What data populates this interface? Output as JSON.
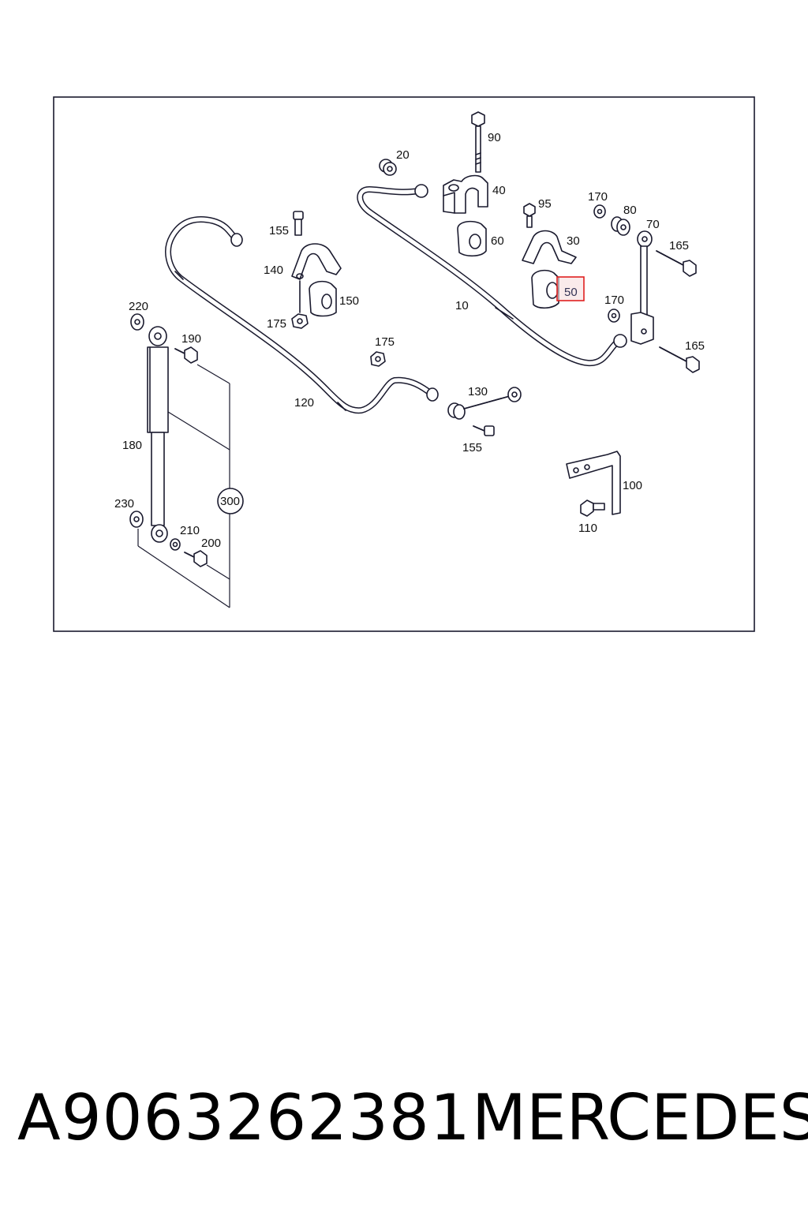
{
  "labels": {
    "l10": "10",
    "l20": "20",
    "l30": "30",
    "l40": "40",
    "l50": "50",
    "l60": "60",
    "l70": "70",
    "l80": "80",
    "l90": "90",
    "l95": "95",
    "l100": "100",
    "l110": "110",
    "l120": "120",
    "l130": "130",
    "l140": "140",
    "l150": "150",
    "l155a": "155",
    "l155b": "155",
    "l165a": "165",
    "l165b": "165",
    "l170a": "170",
    "l170b": "170",
    "l175a": "175",
    "l175b": "175",
    "l180": "180",
    "l190": "190",
    "l200": "200",
    "l210": "210",
    "l220": "220",
    "l230": "230",
    "l300": "300"
  },
  "footer": {
    "part_number": "A9063262381",
    "brand": "MERCEDES"
  },
  "colors": {
    "highlight": "#e02020",
    "highlight_fill": "#f6dede",
    "line": "#1a1a2e"
  }
}
